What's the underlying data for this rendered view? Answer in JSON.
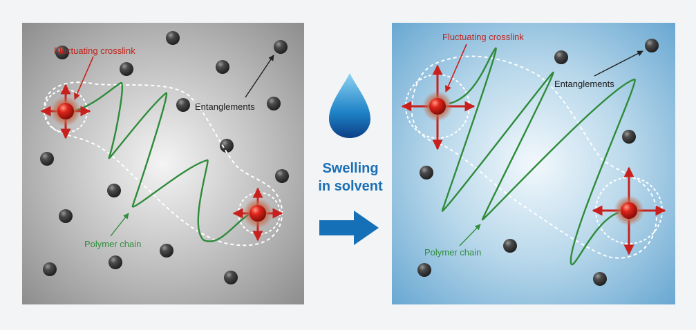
{
  "left_panel": {
    "labels": {
      "crosslink": "Fluctuating crosslink",
      "entanglements": "Entanglements",
      "polymer": "Polymer chain"
    }
  },
  "right_panel": {
    "labels": {
      "crosslink": "Fluctuating crosslink",
      "entanglements": "Entanglements",
      "polymer": "Polymer chain"
    }
  },
  "middle": {
    "line1": "Swelling",
    "line2": "in solvent",
    "icons": [
      "water-drop-icon",
      "right-arrow-icon"
    ]
  },
  "colors": {
    "label_red": "#c0221a",
    "label_green": "#2f8f3c",
    "chain_green": "#2e8b3a",
    "arrow_red": "#c8201c",
    "text_blue": "#1b6fb4",
    "bead": "#3a3a3a"
  }
}
